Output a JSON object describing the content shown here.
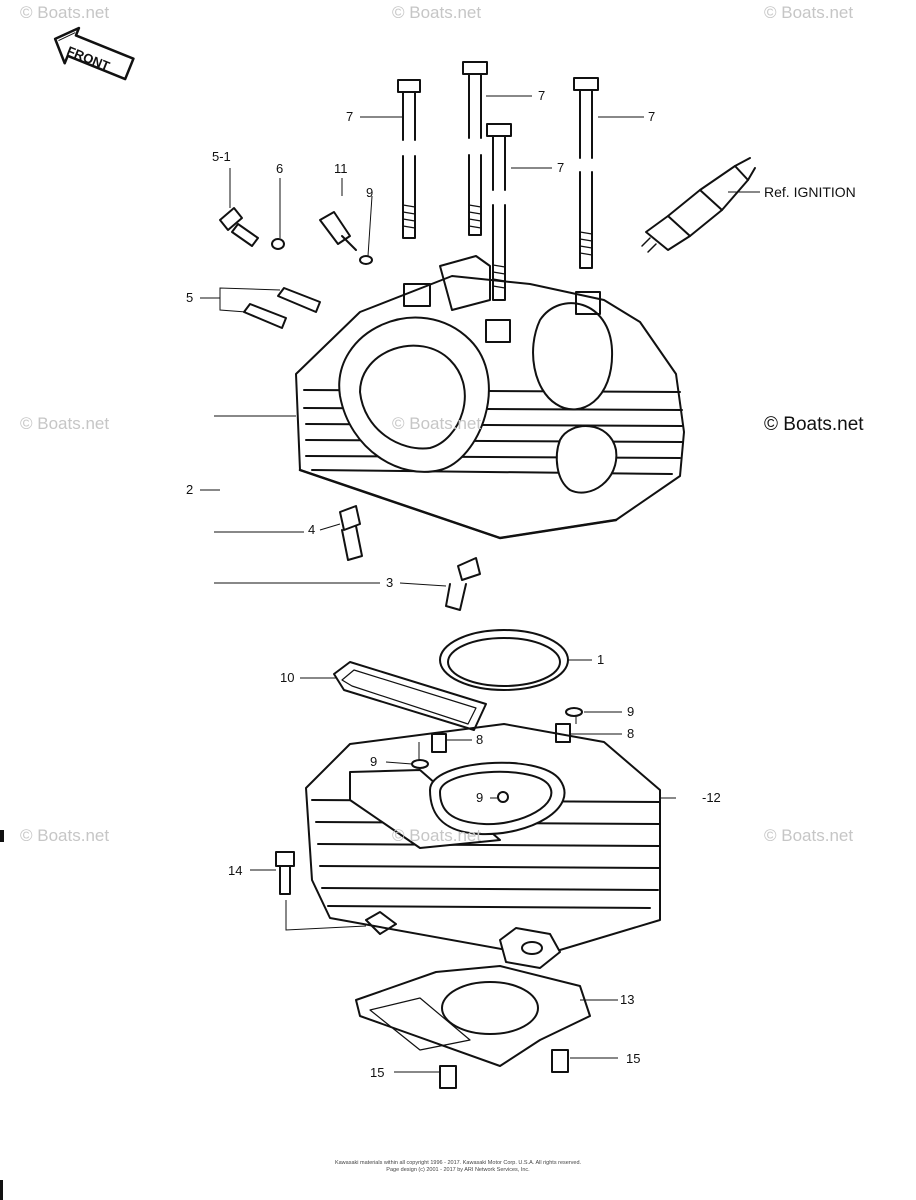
{
  "watermarks": {
    "small": "© Boats.net",
    "large": "© Boats.net"
  },
  "front_label": "FRONT",
  "ref_label": "Ref. IGNITION",
  "callouts": {
    "c5_1": "5-1",
    "c6": "6",
    "c11": "11",
    "c9_top": "9",
    "c7_a": "7",
    "c7_b": "7",
    "c7_c": "7",
    "c7_d": "7",
    "c5": "5",
    "c2": "2",
    "c4": "4",
    "c3": "3",
    "c1": "1",
    "c10": "10",
    "c9_a": "9",
    "c8_a": "8",
    "c8_b": "8",
    "c9_b": "9",
    "c9_c": "9",
    "c12": "-12",
    "c14": "14",
    "c13": "13",
    "c15_a": "15",
    "c15_b": "15"
  },
  "footer": {
    "line1": "Kawasaki materials within all copyright 1996 - 2017. Kawasaki Motor Corp. U.S.A. All rights reserved.",
    "line2": "Page design (c) 2001 - 2017 by ARI Network Services, Inc."
  },
  "colors": {
    "line": "#111111",
    "watermark": "#c6c6c6",
    "background": "#ffffff"
  }
}
